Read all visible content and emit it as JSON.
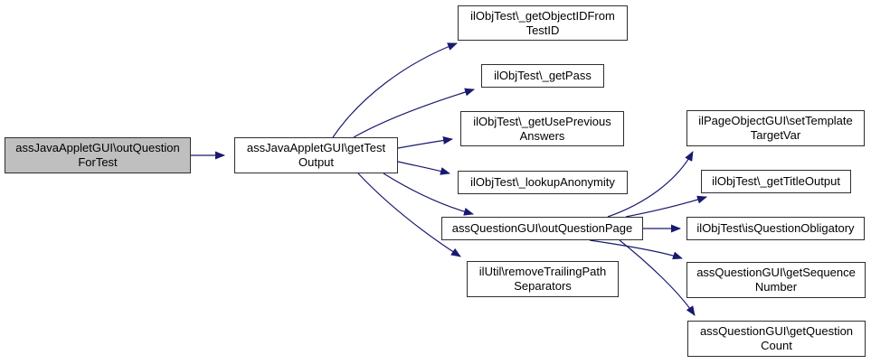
{
  "diagram": {
    "type": "call-graph",
    "colors": {
      "background": "#ffffff",
      "edge_color": "#191970",
      "node_border": "#2e2e2e",
      "node_fill": "#ffffff",
      "current_node_fill": "#bfbfbf",
      "text": "#000000"
    },
    "nodes": [
      {
        "id": "outQuestionForTest",
        "label": "assJavaAppletGUI\\outQuestionForTest",
        "lines": [
          "assJavaAppletGUI\\outQuestion",
          "ForTest"
        ],
        "current": true
      },
      {
        "id": "getTestOutput",
        "label": "assJavaAppletGUI\\getTestOutput",
        "lines": [
          "assJavaAppletGUI\\getTest",
          "Output"
        ],
        "current": false
      },
      {
        "id": "getObjectIDFromTestID",
        "label": "ilObjTest\\_getObjectIDFromTestID",
        "lines": [
          "ilObjTest\\_getObjectIDFrom",
          "TestID"
        ],
        "current": false
      },
      {
        "id": "getPass",
        "label": "ilObjTest\\_getPass",
        "lines": [
          "ilObjTest\\_getPass"
        ],
        "current": false
      },
      {
        "id": "getUsePreviousAnswers",
        "label": "ilObjTest\\_getUsePreviousAnswers",
        "lines": [
          "ilObjTest\\_getUsePrevious",
          "Answers"
        ],
        "current": false
      },
      {
        "id": "lookupAnonymity",
        "label": "ilObjTest\\_lookupAnonymity",
        "lines": [
          "ilObjTest\\_lookupAnonymity"
        ],
        "current": false
      },
      {
        "id": "outQuestionPage",
        "label": "assQuestionGUI\\outQuestionPage",
        "lines": [
          "assQuestionGUI\\outQuestionPage"
        ],
        "current": false
      },
      {
        "id": "removeTrailingPathSeparators",
        "label": "ilUtil\\removeTrailingPathSeparators",
        "lines": [
          "ilUtil\\removeTrailingPath",
          "Separators"
        ],
        "current": false
      },
      {
        "id": "setTemplateTargetVar",
        "label": "ilPageObjectGUI\\setTemplateTargetVar",
        "lines": [
          "ilPageObjectGUI\\setTemplate",
          "TargetVar"
        ],
        "current": false
      },
      {
        "id": "getTitleOutput",
        "label": "ilObjTest\\_getTitleOutput",
        "lines": [
          "ilObjTest\\_getTitleOutput"
        ],
        "current": false
      },
      {
        "id": "isQuestionObligatory",
        "label": "ilObjTest\\isQuestionObligatory",
        "lines": [
          "ilObjTest\\isQuestionObligatory"
        ],
        "current": false
      },
      {
        "id": "getSequenceNumber",
        "label": "assQuestionGUI\\getSequenceNumber",
        "lines": [
          "assQuestionGUI\\getSequence",
          "Number"
        ],
        "current": false
      },
      {
        "id": "getQuestionCount",
        "label": "assQuestionGUI\\getQuestionCount",
        "lines": [
          "assQuestionGUI\\getQuestion",
          "Count"
        ],
        "current": false
      }
    ],
    "edges": [
      {
        "from": "outQuestionForTest",
        "to": "getTestOutput"
      },
      {
        "from": "getTestOutput",
        "to": "getObjectIDFromTestID"
      },
      {
        "from": "getTestOutput",
        "to": "getPass"
      },
      {
        "from": "getTestOutput",
        "to": "getUsePreviousAnswers"
      },
      {
        "from": "getTestOutput",
        "to": "lookupAnonymity"
      },
      {
        "from": "getTestOutput",
        "to": "outQuestionPage"
      },
      {
        "from": "getTestOutput",
        "to": "removeTrailingPathSeparators"
      },
      {
        "from": "outQuestionPage",
        "to": "setTemplateTargetVar"
      },
      {
        "from": "outQuestionPage",
        "to": "getTitleOutput"
      },
      {
        "from": "outQuestionPage",
        "to": "isQuestionObligatory"
      },
      {
        "from": "outQuestionPage",
        "to": "getSequenceNumber"
      },
      {
        "from": "outQuestionPage",
        "to": "getQuestionCount"
      }
    ]
  }
}
